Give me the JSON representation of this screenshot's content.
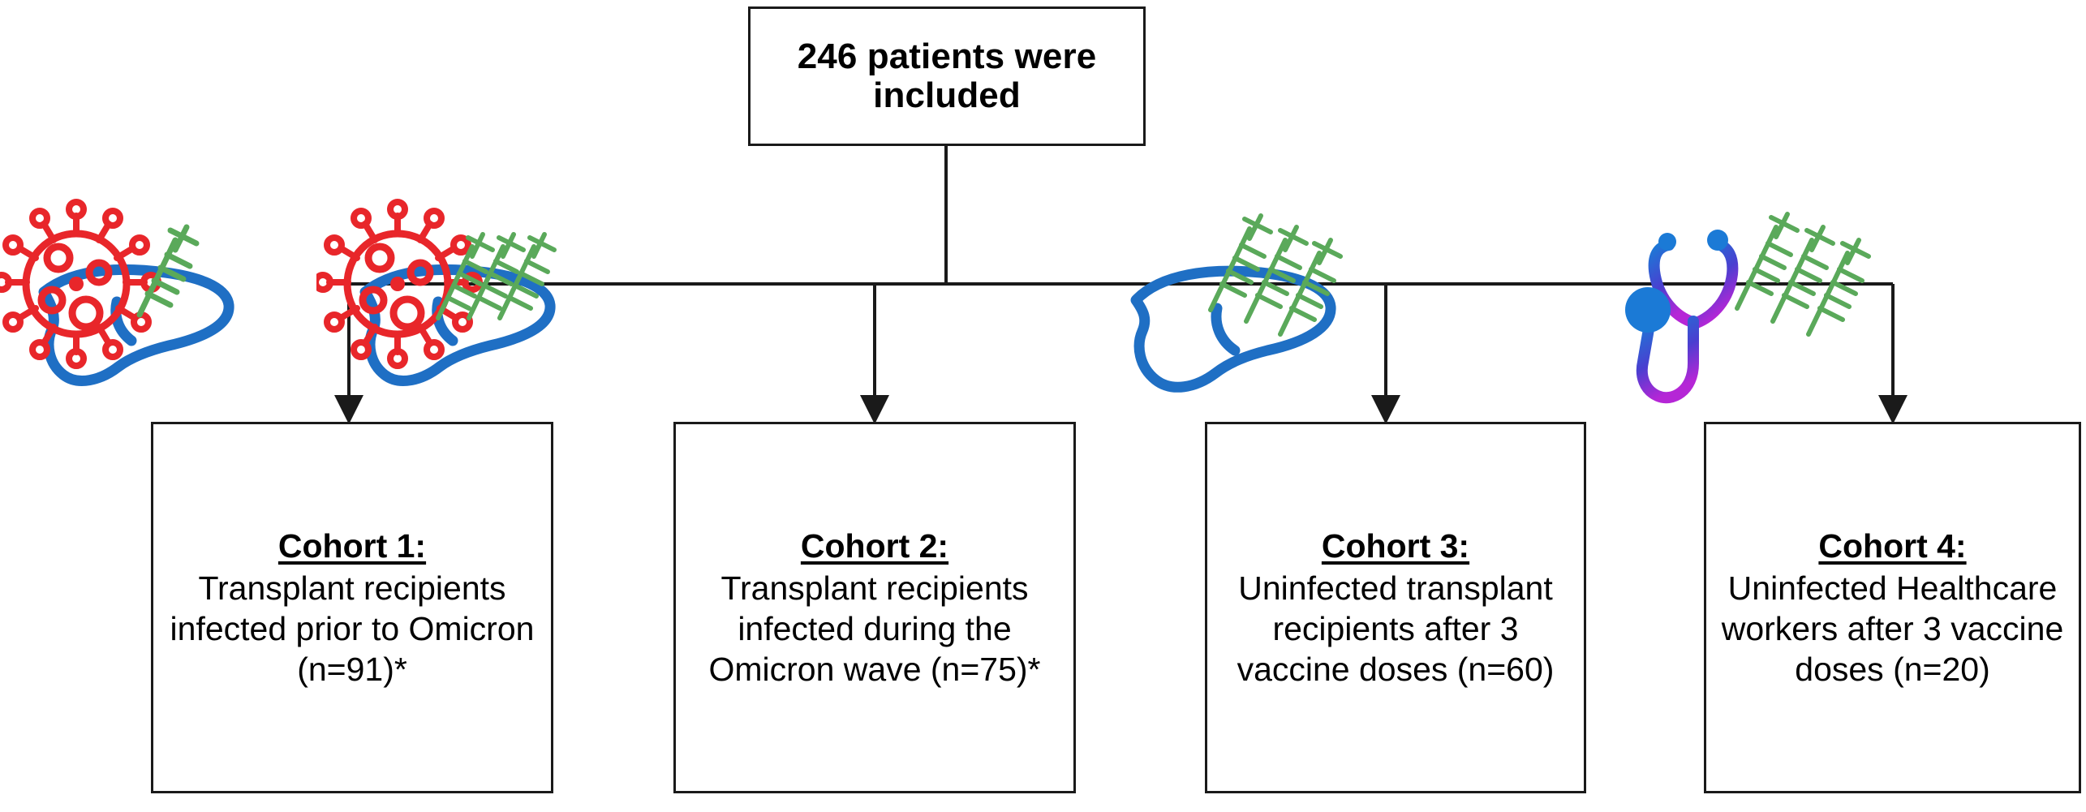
{
  "diagram": {
    "title_node": {
      "label": "246 patients were included"
    },
    "cohorts": [
      {
        "id": "cohort-1",
        "title": "Cohort 1:",
        "description": "Transplant recipients infected prior to Omicron (n=91)*",
        "n": 91,
        "icons": [
          "coronavirus-icon",
          "liver-icon",
          "syringe-icon"
        ]
      },
      {
        "id": "cohort-2",
        "title": "Cohort 2:",
        "description": "Transplant recipients infected during the Omicron wave (n=75)*",
        "n": 75,
        "icons": [
          "coronavirus-icon",
          "liver-icon",
          "syringe-icon",
          "syringe-icon",
          "syringe-icon"
        ]
      },
      {
        "id": "cohort-3",
        "title": "Cohort 3:",
        "description": "Uninfected transplant recipients after 3 vaccine doses (n=60)",
        "n": 60,
        "icons": [
          "liver-icon",
          "syringe-icon",
          "syringe-icon",
          "syringe-icon"
        ]
      },
      {
        "id": "cohort-4",
        "title": "Cohort 4:",
        "description": "Uninfected Healthcare workers after 3 vaccine doses (n=20)",
        "n": 20,
        "icons": [
          "stethoscope-icon",
          "syringe-icon",
          "syringe-icon",
          "syringe-icon"
        ]
      }
    ],
    "total_patients": 246,
    "colors": {
      "virus": "#e8262a",
      "liver": "#1f6fc4",
      "syringe": "#5aa95a",
      "stethoscope_start": "#1b7ad6",
      "stethoscope_end": "#b526d6",
      "line": "#1a1a1a",
      "background": "#ffffff"
    }
  }
}
